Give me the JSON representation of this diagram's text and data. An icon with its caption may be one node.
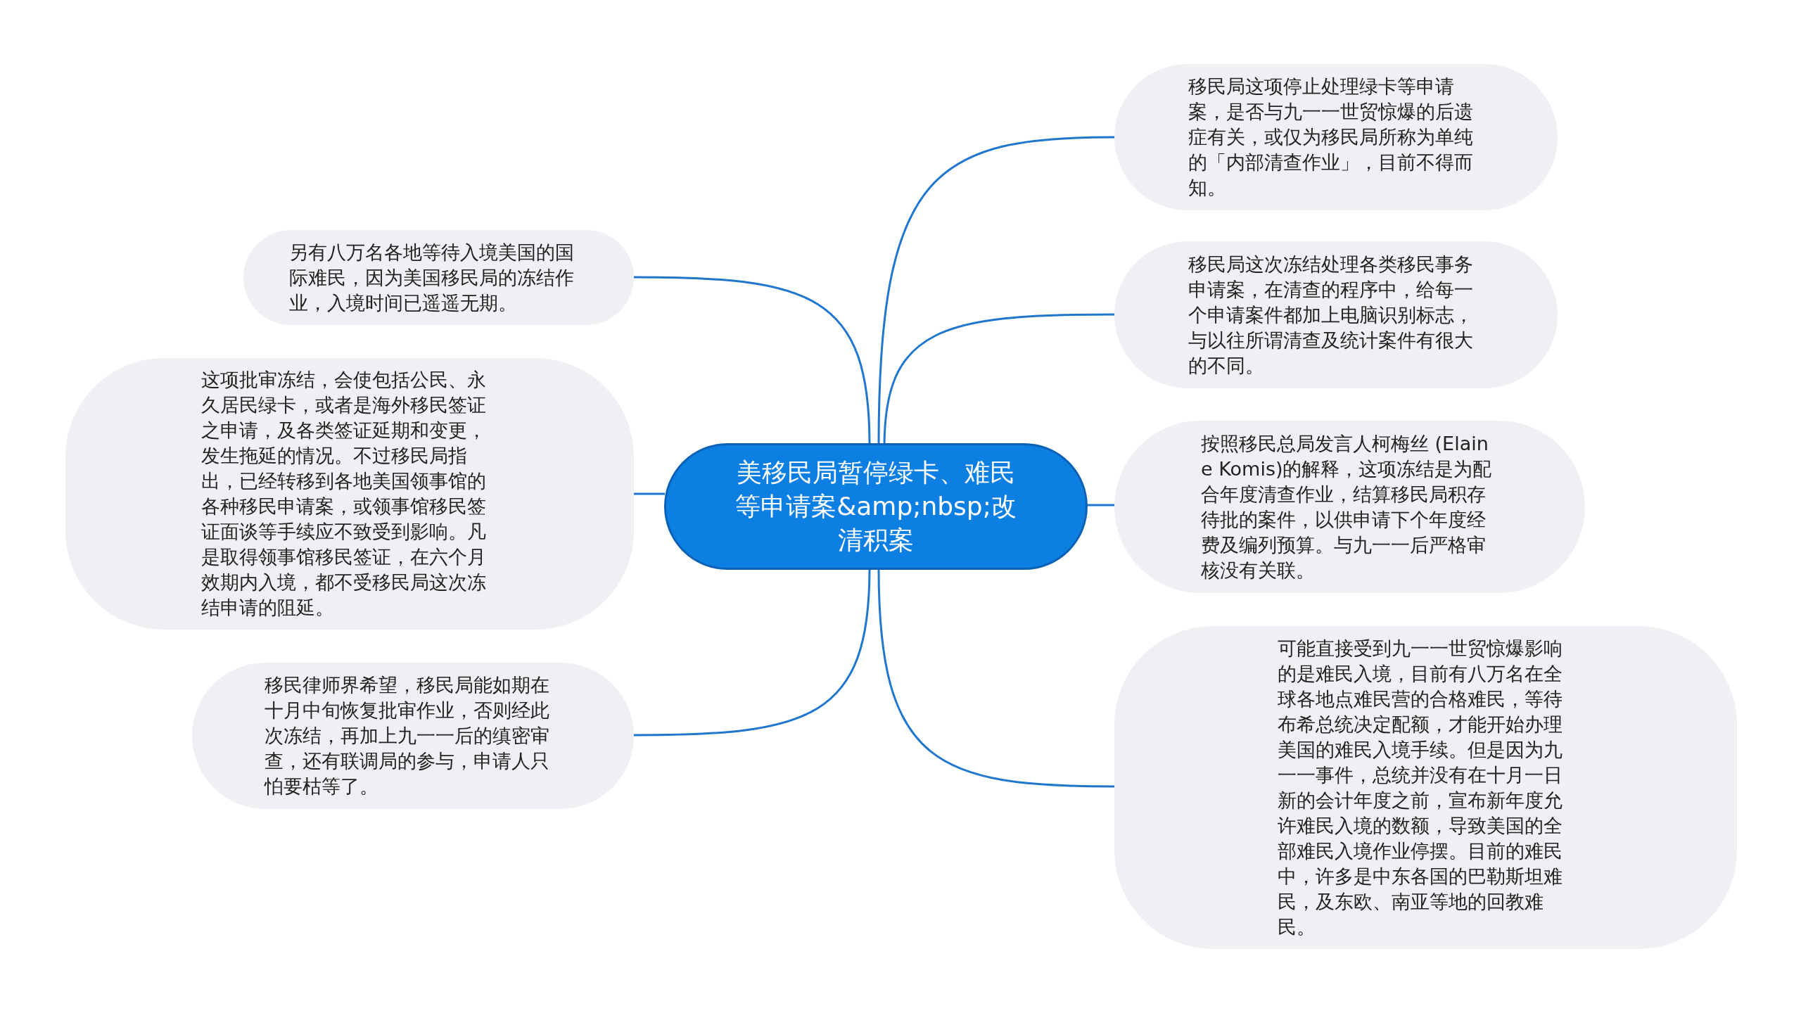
{
  "diagram": {
    "nodes": [
      {
        "text": [
          "美移民局暂停绿卡、难民等申请案&amp;nbsp;改清积案"
        ]
      },
      {
        "text": [
          "另有八万名各地等待入境美国的国际难民，因为美国移民局的冻结作业，入境时间已遥遥无期。"
        ]
      },
      {
        "text": [
          "这项批审冻结，会使包括公民、永久居民绿卡，或者是海外移民签证之申请，及各类签证延期和变更，发生拖延的情况。不过移民局指出，已经转移到各地美国领事馆的各种移民申请案，或领事馆移民签证面谈等手续应不致受到影响。凡是取得领事馆移民签证，在六个月效期内入境，都不受移民局这次冻结申请的阻延。"
        ]
      },
      {
        "text": [
          "移民律师界希望，移民局能如期在十月中旬恢复批审作业，否则经此次冻结，再加上九一一后的缜密审查，还有联调局的参与，申请人只怕要枯等了。"
        ]
      },
      {
        "text": [
          "移民局这项停止处理绿卡等申请案，是否与九一一世贸惊爆的后遗症有关，或仅为移民局所称为单纯的「内部清查作业」，目前不得而知。"
        ]
      },
      {
        "text": [
          "移民局这次冻结处理各类移民事务申请案，在清查的程序中，给每一个申请案件都加上电脑识别标志，与以往所谓清查及统计案件有很大的不同。"
        ]
      },
      {
        "text": [
          "按照移民总局发言人柯梅丝 (Elaine Komis)的解释，这项冻结是为配合年度清查作业，结算移民局积存待批的案件，以供申请下个年度经费及编列预算。与九一一后严格审核没有关联。"
        ]
      },
      {
        "text": [
          "可能直接受到九一一世贸惊爆影响的是难民入境，目前有八万名在全球各地点难民营的合格难民，等待布希总统决定配额，才能开始办理美国的难民入境手续。但是因为九一一事件，总统并没有在十月一日新的会计年度之前，宣布新年度允许难民入境的数额，导致美国的全部难民入境作业停摆。目前的难民中，许多是中东各国的巴勒斯坦难民，及东欧、南亚等地的回教难民。"
        ]
      }
    ],
    "edges": [
      {
        "from": 0,
        "to": 1,
        "arrow": "none"
      },
      {
        "from": 0,
        "to": 2,
        "arrow": "none"
      },
      {
        "from": 0,
        "to": 3,
        "arrow": "none"
      },
      {
        "from": 0,
        "to": 4,
        "arrow": "none"
      },
      {
        "from": 0,
        "to": 5,
        "arrow": "none"
      },
      {
        "from": 0,
        "to": 6,
        "arrow": "none"
      },
      {
        "from": 0,
        "to": 7,
        "arrow": "none"
      }
    ]
  }
}
